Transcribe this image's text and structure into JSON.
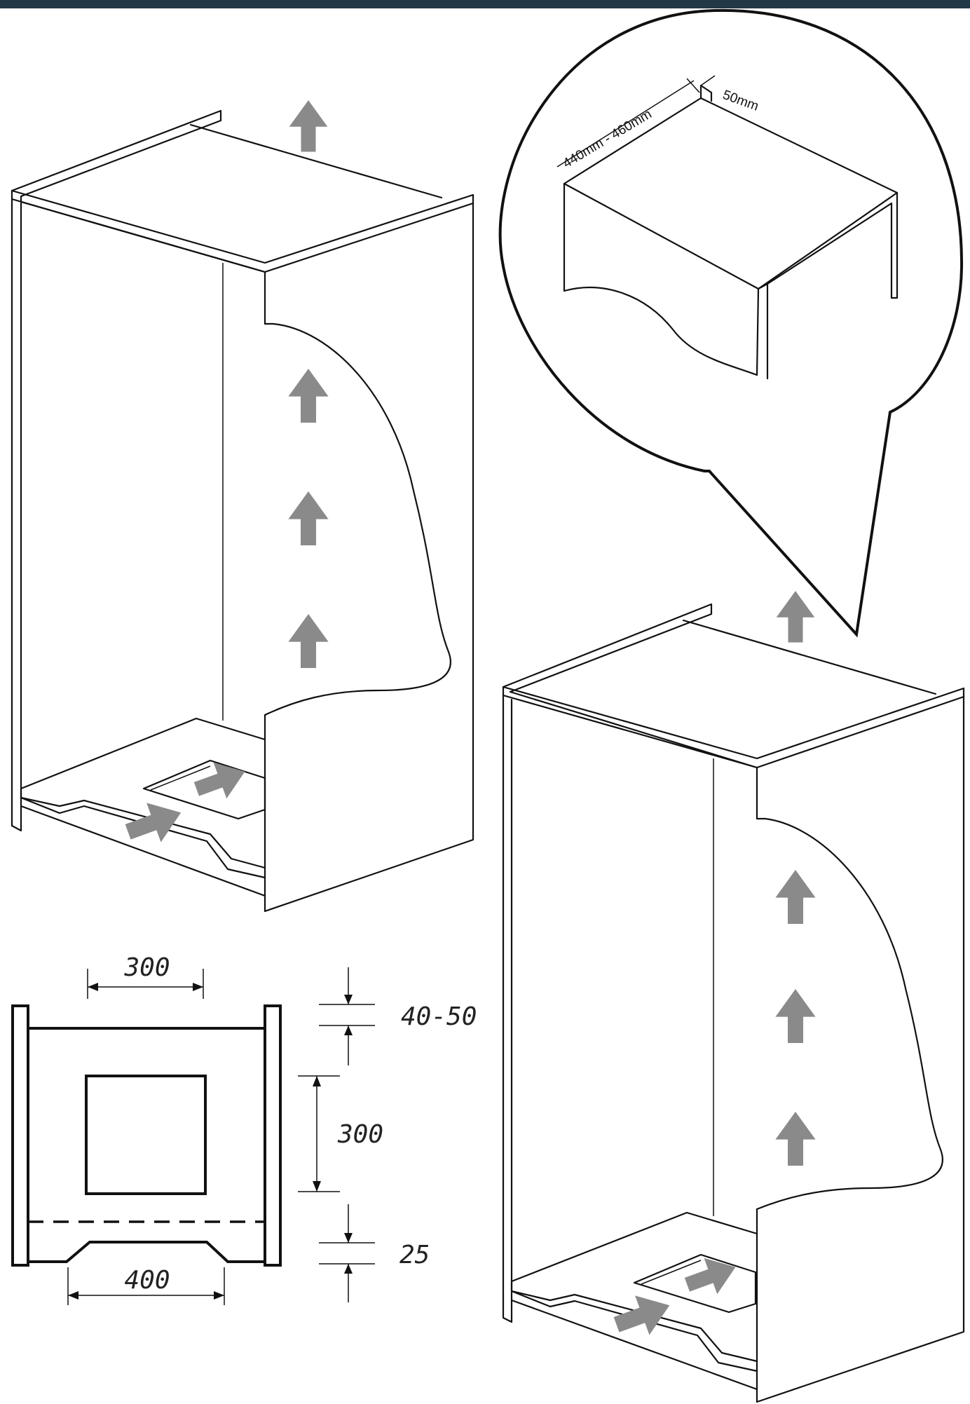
{
  "colors": {
    "top_bar": "#233846",
    "arrow": "#8a8a8a",
    "line": "#111111"
  },
  "callout": {
    "depth_label": "440mm - 460mm",
    "gap_label": "50mm"
  },
  "plan": {
    "top_width_label": "300",
    "top_gap_label": "40-50",
    "vent_height_label": "300",
    "bottom_gap_label": "25",
    "bottom_width_label": "400"
  }
}
